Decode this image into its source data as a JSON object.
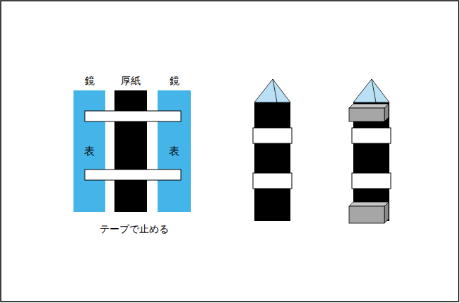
{
  "diagram": {
    "nodes": [
      {
        "text": [
          "鏡",
          "表"
        ]
      },
      {
        "text": [
          "厚紙"
        ]
      },
      {
        "text": [
          "鏡",
          "表"
        ]
      }
    ],
    "labels": [
      "テープで止める"
    ]
  }
}
